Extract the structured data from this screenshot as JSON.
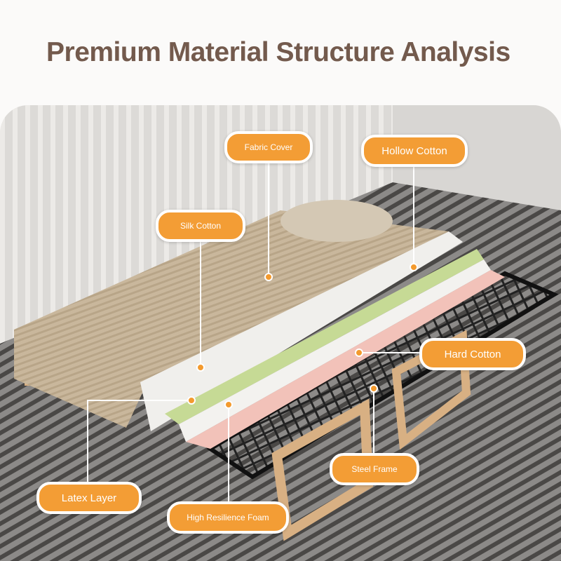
{
  "title": "Premium Material Structure Analysis",
  "labels": {
    "fabric_cover": "Fabric Cover",
    "hollow_cotton": "Hollow Cotton",
    "silk_cotton": "Silk Cotton",
    "hard_cotton": "Hard Cotton",
    "steel_frame": "Steel Frame",
    "latex_layer": "Latex Layer",
    "high_resilience_foam": "High Resilience Foam"
  },
  "colors": {
    "accent": "#f39d35",
    "title": "#735a4d"
  }
}
